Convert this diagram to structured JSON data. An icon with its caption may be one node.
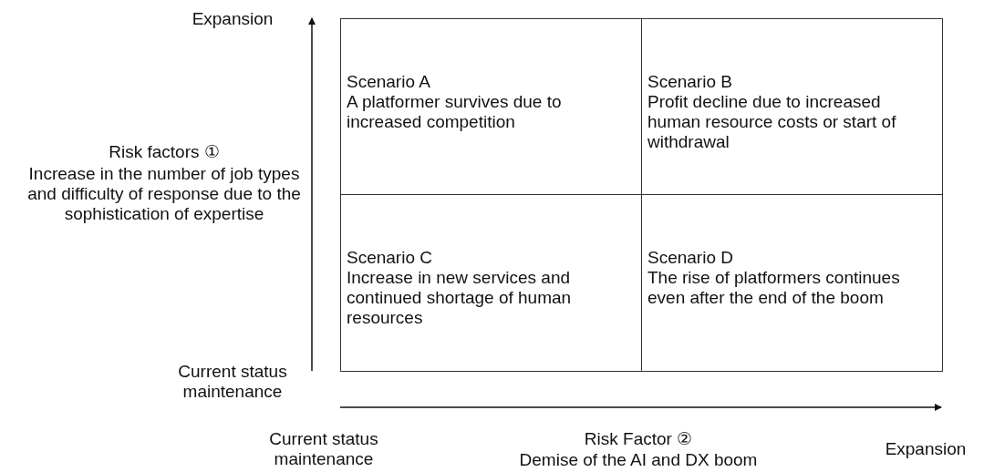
{
  "diagram": {
    "nodes": [
      {
        "text": [
          "Scenario A",
          "A platformer survives due to increased competition"
        ]
      },
      {
        "text": [
          "Scenario B",
          "Profit decline due to increased human resource costs or start of withdrawal"
        ]
      },
      {
        "text": [
          "Scenario C",
          "Increase in new services and continued shortage of human resources"
        ]
      },
      {
        "text": [
          "Scenario D",
          "The rise of platformers continues even after the end of the boom"
        ]
      }
    ],
    "edges": [],
    "labels": [
      "Expansion",
      "Risk factors ①",
      "Increase in the number of job types and difficulty of response due to the sophistication of expertise",
      "Current status maintenance",
      "Current status maintenance",
      "Risk Factor ②",
      "Demise of the AI and DX boom",
      "Expansion"
    ]
  }
}
